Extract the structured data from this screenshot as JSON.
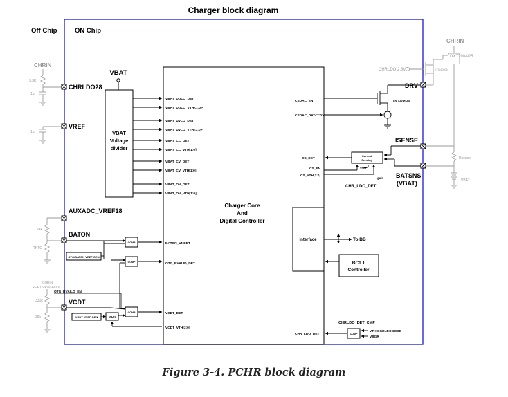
{
  "title": "Charger block diagram",
  "caption": "Figure 3-4. PCHR block diagram",
  "regions": {
    "off_chip": "Off Chip",
    "on_chip": "ON Chip"
  },
  "pins": {
    "chrldo28": "CHRLDO28",
    "vref": "VREF",
    "auxadc": "AUXADC_VREF18",
    "baton": "BATON",
    "vcdt": "VCDT",
    "drv": "DRV",
    "isense": "ISENSE",
    "batsns_1": "BATSNS",
    "batsns_2": "(VBAT)"
  },
  "external": {
    "chrin_left": "CHRIN",
    "r_3k3": "3.3K",
    "c_1u_a": "1u",
    "c_1u_b": "1u",
    "r_24k": "24k",
    "rntc": "RNTC",
    "chrin_small": "CHRIN",
    "vcdt_upto": "VCDT UpTo 10.8V",
    "otg_bvaild": "OTG_BVAILD_EN",
    "r_330k": "330k",
    "r_39k": "39k",
    "chrin_right": "CHRIN",
    "dxt": "DXT790AP5",
    "chrldo_28": "CHRLDO 2.8V",
    "ktr": "KTR4003N",
    "rsense": "Rsense",
    "vbat_right": "VBAT"
  },
  "divider": {
    "vbat_label": "VBAT",
    "l1": "VBAT",
    "l2": "Voltage",
    "l3": "divider"
  },
  "core": {
    "line1": "Charger Core",
    "line2": "And",
    "line3": "Digital Controller",
    "left_signals": [
      "VBAT_DDLO_DET",
      "VBAT_DDLO_VTH<1:0>",
      "VBAT_UVLO_DET",
      "VBAT_UVLO_VTH<1:0>",
      "VBAT_CC_DET",
      "VBAT_CC_VTH[1:0]",
      "VBAT_CV_DET",
      "VBAT_CV_VTH[1:0]",
      "VBAT_OV_DET",
      "VBAT_OV_VTH[1:0]",
      "BATON_UNDET",
      "OTG_BVALID_DET",
      "VCDT_DET",
      "VCDT_VTH[3:0]"
    ],
    "right_signals": {
      "csdac_en": "CSDAC_EN",
      "csdac_dat": "CSDAC_DAT<7:0>",
      "cs_det": "CS_DET",
      "cs_en": "CS_EN",
      "cs_vth": "CS_VTH[3:0]",
      "chr_ldo_det": "CHR_LDO_DET"
    },
    "interface": "Interface"
  },
  "blocks": {
    "ldmos": "8V LDMOS",
    "current_sensing_1": "Current",
    "current_sensing_2": "Sensing",
    "vref_small": "VREF",
    "gain": "gain",
    "chr_ldo_det_lbl": "CHR_LDO_DET",
    "to_bb": "To BB",
    "bc11_1": "BC1.1",
    "bc11_2": "Controller",
    "comp": "COMP",
    "otg_vref_gen": "OTG/BATON VREF GEN",
    "vcdt_vref_gen": "VCDT VREF GEN",
    "mux": "MUX",
    "chrldo_det_cmp": "CHRLDO_DET_CMP",
    "vth_chrldo": "VTH CGRLDOGOOD",
    "vbgr": "VBGR"
  }
}
